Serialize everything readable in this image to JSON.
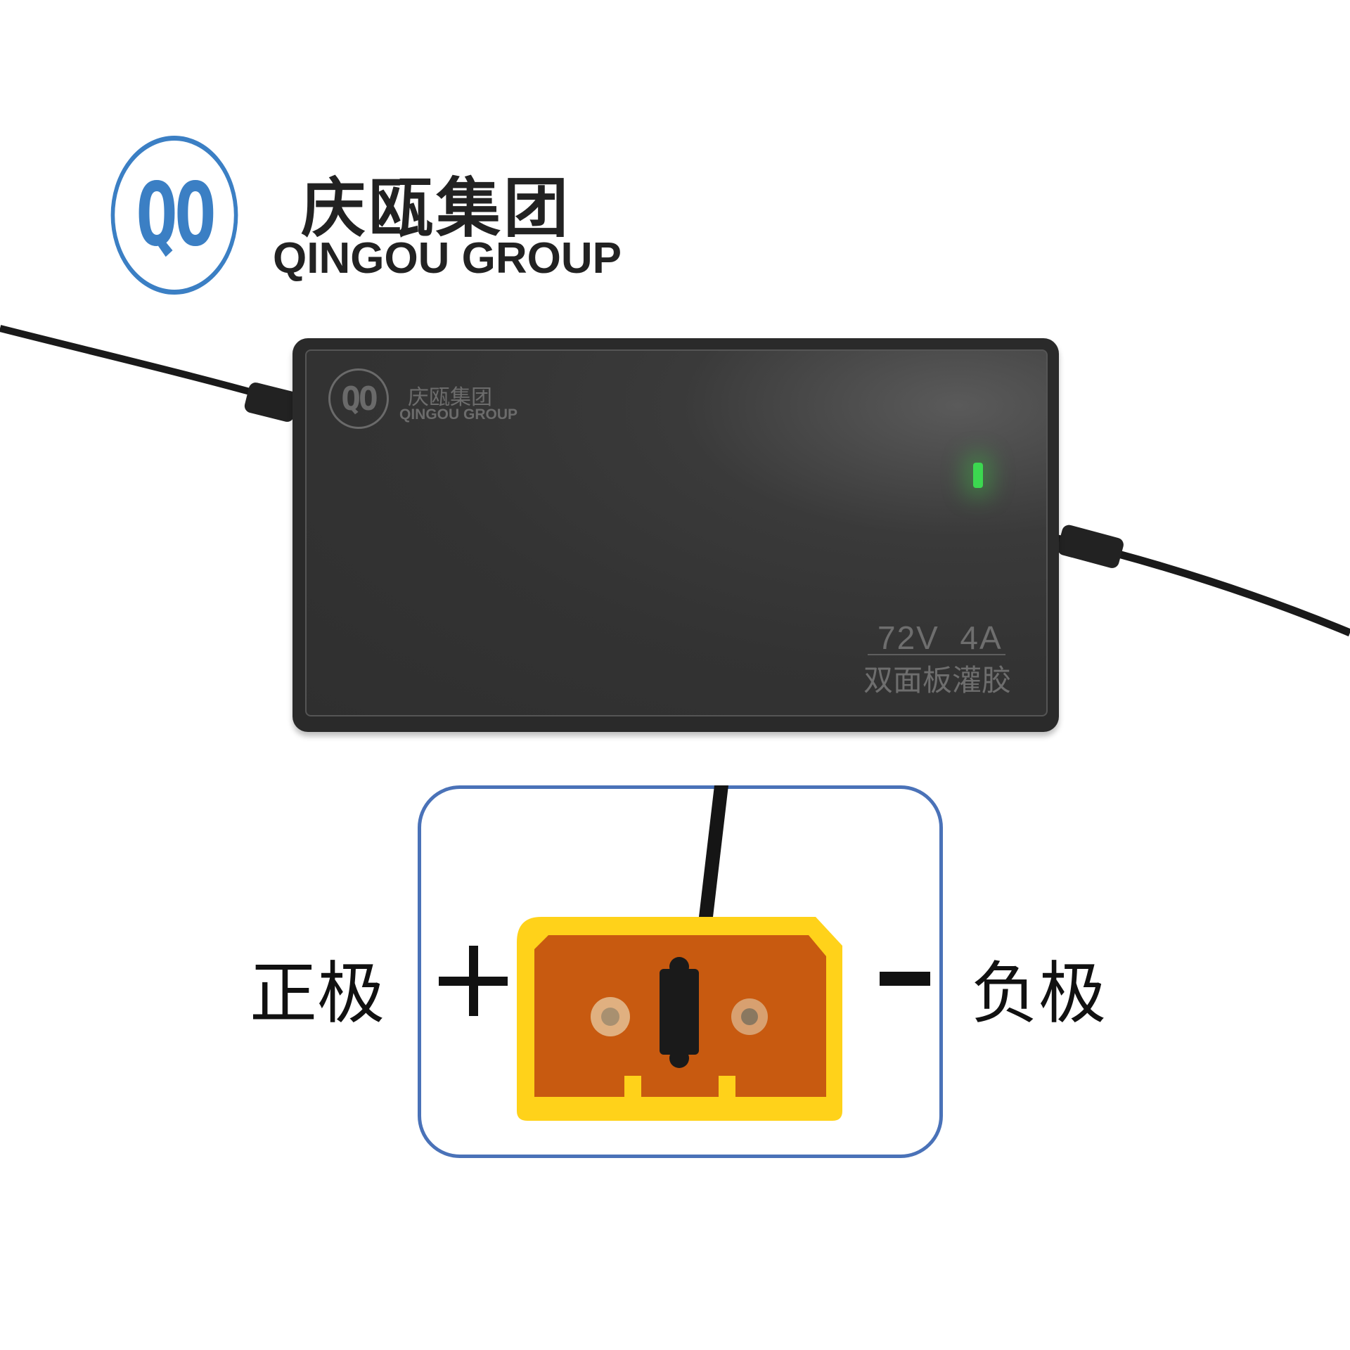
{
  "logo": {
    "mark": "QO",
    "name_cn": "庆瓯集团",
    "name_en": "QINGOU GROUP",
    "color": "#3b7fc4"
  },
  "charger": {
    "emblem_mark": "QO",
    "emblem_cn": "庆瓯集团",
    "emblem_en": "QINGOU GROUP",
    "spec": "72V  4A",
    "feature": "双面板灌胶",
    "led_color": "#3cd850"
  },
  "connector": {
    "positive_label": "正极",
    "negative_label": "负极",
    "box_color": "#4a72b8",
    "plug_color": "#ffd21a"
  }
}
